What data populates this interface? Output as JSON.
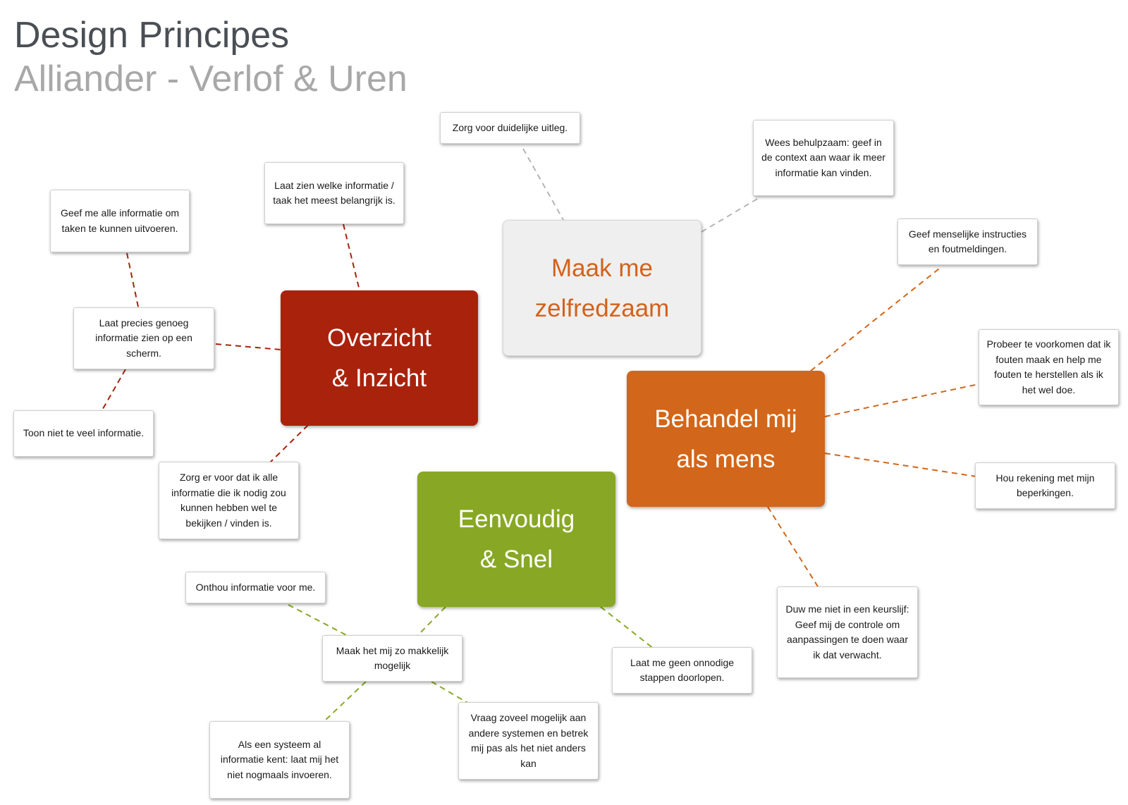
{
  "header": {
    "title": "Design Principes",
    "subtitle": "Alliander - Verlof & Uren"
  },
  "colors": {
    "overzicht": "#a9220c",
    "zelfredzaam_bg": "#efefef",
    "zelfredzaam_text": "#d4621b",
    "mens": "#d2661a",
    "eenvoudig": "#88a825",
    "connector_grey": "#b5b5b5"
  },
  "principles": {
    "overzicht": {
      "line1": "Overzicht",
      "line2": "& Inzicht"
    },
    "zelfredzaam": {
      "line1": "Maak me",
      "line2": "zelfredzaam"
    },
    "mens": {
      "line1": "Behandel mij",
      "line2": "als mens"
    },
    "eenvoudig": {
      "line1": "Eenvoudig",
      "line2": "& Snel"
    }
  },
  "notes": {
    "geef_alle_info": "Geef me alle informatie om taken te kunnen uitvoeren.",
    "laat_zien_belangrijk": "Laat zien welke informatie / taak het meest belangrijk is.",
    "precies_genoeg": "Laat precies genoeg informatie zien op een scherm.",
    "niet_te_veel": "Toon niet te veel informatie.",
    "zorg_er_voor": "Zorg er voor dat ik alle informatie die ik nodig zou kunnen hebben wel te bekijken / vinden is.",
    "uitleg": "Zorg voor duidelijke uitleg.",
    "behulpzaam": "Wees behulpzaam: geef in de context aan waar ik meer informatie kan vinden.",
    "menselijke": "Geef menselijke instructies en foutmeldingen.",
    "voorkomen": "Probeer te voorkomen dat ik fouten maak en help me fouten te herstellen als ik het wel doe.",
    "beperkingen": "Hou rekening met mijn beperkingen.",
    "keurslijf": "Duw me niet in een keurslijf: Geef mij de controle om aanpassingen te doen waar ik dat verwacht.",
    "onthou": "Onthou informatie voor me.",
    "makkelijk": "Maak het mij zo makkelijk mogelijk",
    "onnodige": "Laat me geen onnodige stappen doorlopen.",
    "systeem": "Als een systeem al informatie kent: laat mij het niet nogmaals invoeren.",
    "vraag_zoveel": "Vraag zoveel mogelijk aan andere systemen en betrek mij pas als het niet anders kan"
  }
}
